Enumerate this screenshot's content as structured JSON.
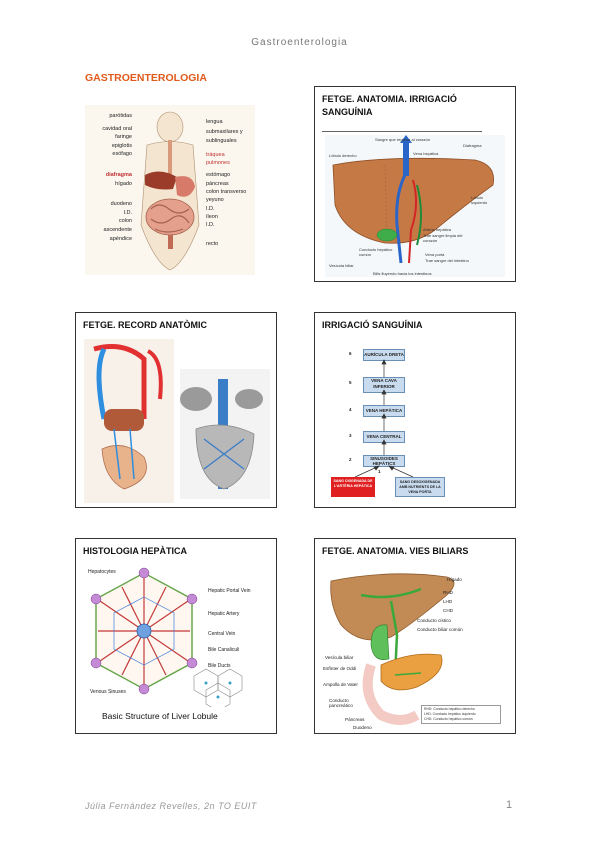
{
  "header": {
    "text": "Gastroenterologia"
  },
  "main_title": "GASTROENTEROLOGIA",
  "digestive": {
    "labels_left": [
      "parótidas",
      "cavidad oral",
      "faringe",
      "epiglotis",
      "esófago",
      "diafragma",
      "hígado",
      "duodeno",
      "I.D.",
      "colon",
      "ascendente",
      "apéndice"
    ],
    "labels_right": [
      "lengua",
      "submaxilares y",
      "sublinguales",
      "tráquea",
      "pulmones",
      "estómago",
      "páncreas",
      "colon transverso",
      "yeyuno",
      "I.D.",
      "íleon",
      "I.D.",
      "recto"
    ]
  },
  "slides": [
    {
      "title": "FETGE. ANATOMIA. IRRIGACIÓ SANGUÍNIA"
    },
    {
      "title": "FETGE. RECORD ANATÒMIC"
    },
    {
      "title": "IRRIGACIÓ SANGUÍNIA"
    },
    {
      "title": "HISTOLOGIA HEPÀTICA"
    },
    {
      "title": "FETGE. ANATOMIA. VIES BILIARS"
    }
  ],
  "liver_irrigation": {
    "labels": [
      "Sangre que regresa al corazón",
      "Vena hepática",
      "Diafragma",
      "Lóbulo derecho",
      "Lóbulo izquierdo",
      "Arteria hepática",
      "Trae sangre limpia del corazón",
      "Conducto hepático común",
      "Vena porta",
      "Trae sangre del intestino",
      "Vesícula biliar",
      "Bilis fluyendo hacia los intestinos"
    ]
  },
  "flow": {
    "steps": [
      {
        "n": "6",
        "label": "AURÍCULA DRETA"
      },
      {
        "n": "5",
        "label": "VENA CAVA INFERIOR"
      },
      {
        "n": "4",
        "label": "VENA HEPÀTICA"
      },
      {
        "n": "3",
        "label": "VENA CENTRAL"
      },
      {
        "n": "2",
        "label": "SINUSOIDES HEPÀTICS"
      },
      {
        "n": "1",
        "label": ""
      }
    ],
    "left_box": "SANG OXIGENADA DE L'ARTÈRIA HEPÀTICA",
    "right_box": "SANG DESOXIGENADA AMB NUTRIENTS DE LA VENA PORTA",
    "colors": {
      "box": "#c9dcef",
      "red": "#e02020"
    }
  },
  "lobule": {
    "labels": [
      "Hepatocytes",
      "Hepatic Portal Vein",
      "Hepatic Artery",
      "Central Vein",
      "Bile Canaliculi",
      "Bile Ducts",
      "Venous Sinuses"
    ],
    "caption": "Basic Structure of Liver Lobule"
  },
  "biliary": {
    "labels": [
      "Hígado",
      "RHD",
      "LHD",
      "CHD",
      "Conducto cístico",
      "Conducto biliar común",
      "Vesícula biliar",
      "Esfínter de Oddi",
      "Ampolla de Vater",
      "Conducto pancreático",
      "Páncreas",
      "Duodeno"
    ],
    "legend": [
      "RHD: Conducto hepático derecho",
      "LHD: Conducto hepático izquierdo",
      "CHD: Conducto hepático común"
    ]
  },
  "footer": {
    "author": "Júlia Fernández Revelles, 2n TO EUIT",
    "page": "1"
  }
}
